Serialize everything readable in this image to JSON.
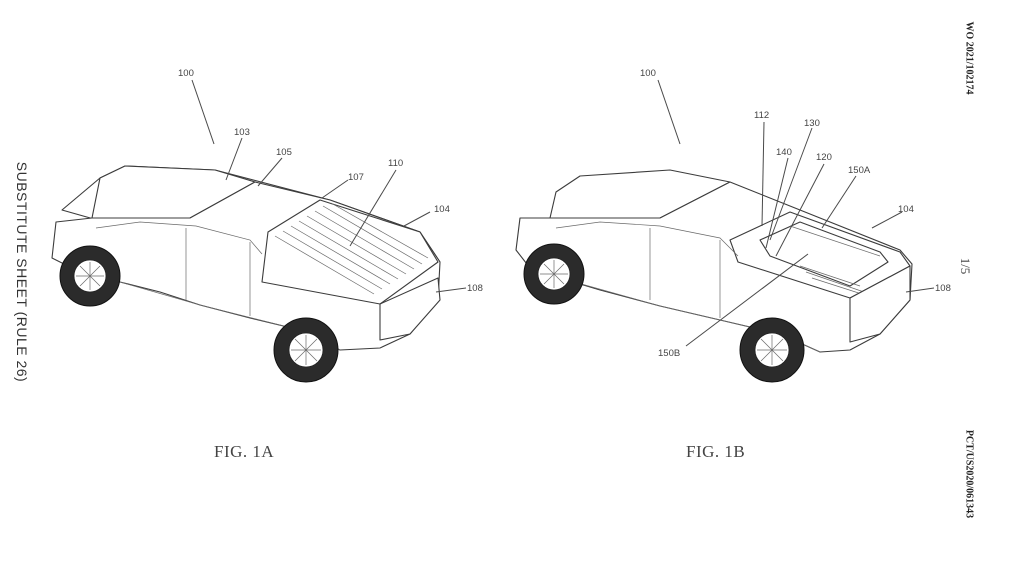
{
  "header": {
    "publication_number": "WO 2021/102174",
    "pct_number": "PCT/US2020/061343",
    "page_number": "1/5",
    "side_label": "SUBSTITUTE SHEET (RULE 26)"
  },
  "figures": [
    {
      "caption": "FIG. 1A",
      "ref_labels": [
        "100",
        "103",
        "105",
        "107",
        "110",
        "104",
        "108"
      ]
    },
    {
      "caption": "FIG. 1B",
      "ref_labels": [
        "100",
        "112",
        "130",
        "140",
        "120",
        "150A",
        "104",
        "108",
        "150B"
      ]
    }
  ]
}
